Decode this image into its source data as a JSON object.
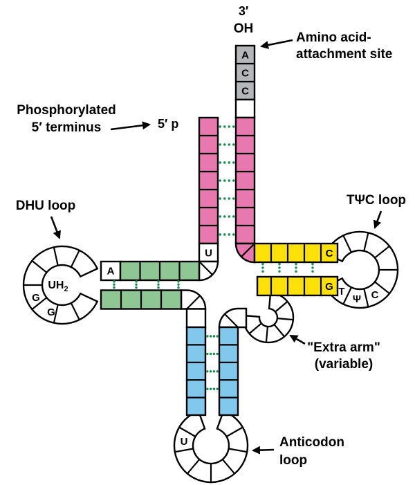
{
  "colors": {
    "stem_pink": "#e879ae",
    "stem_green": "#8ec793",
    "stem_yellow": "#ffe10a",
    "stem_blue": "#82c7ec",
    "box_gray": "#b3b7ba",
    "dot_green": "#1c8a52"
  },
  "labels": {
    "three_prime": "3′",
    "oh": "OH",
    "amino_line1": "Amino acid-",
    "amino_line2": "attachment site",
    "phospho_line1": "Phosphorylated",
    "phospho_line2": "5′ terminus",
    "five_prime_p": "5′ p",
    "dhu_loop": "DHU loop",
    "tpc_loop": "TΨC loop",
    "extra_line1": "\"Extra arm\"",
    "extra_line2": "(variable)",
    "anticodon_line1": "Anticodon",
    "anticodon_line2": "loop"
  },
  "bases": {
    "acceptor_3prime": [
      "A",
      "C",
      "C"
    ],
    "acceptor_unpaired": "U",
    "d_arm_first": "A",
    "dhu_center": "UH",
    "dhu_center_sub": "2",
    "dhu_g1": "G",
    "dhu_g2": "G",
    "t_stem_top": "C",
    "t_stem_bottom": "G",
    "tpc_t": "T",
    "tpc_psi": "Ψ",
    "tpc_c": "C",
    "anticodon_u": "U"
  }
}
